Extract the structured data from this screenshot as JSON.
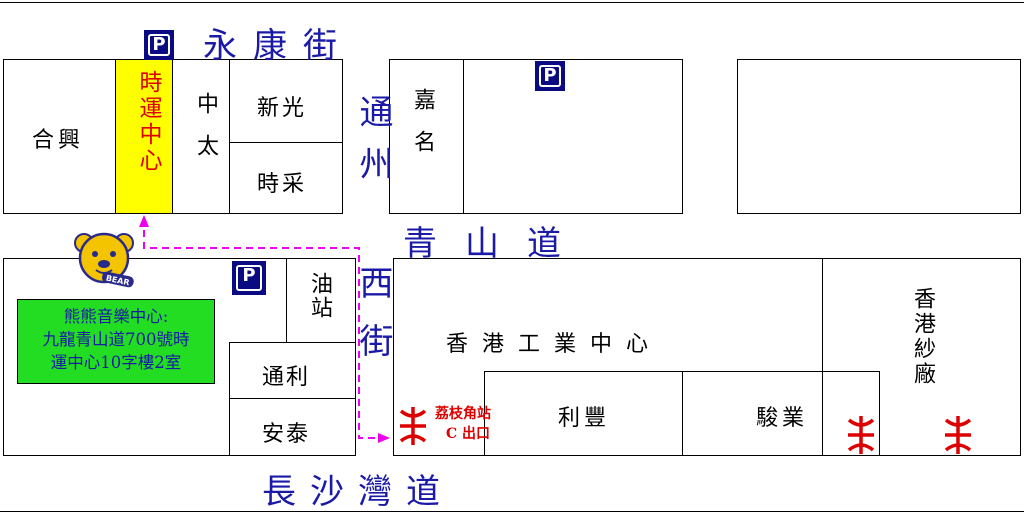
{
  "streets": {
    "top": "永康街",
    "middle": "青山道",
    "bottom": "長沙灣道",
    "vertical_top": "通州",
    "vertical_bottom": "西街"
  },
  "buildings": {
    "hop_hing": "合興",
    "target": "時運中心",
    "chung_tai": "中太",
    "sun_kwong": "新光",
    "si_choi": "時采",
    "ka_ming": "嘉名",
    "oil_station": "油站",
    "tung_lee": "通利",
    "on_tai": "安泰",
    "hk_industrial": "香港工業中心",
    "lee_fung": "利豐",
    "chun_yip": "駿業",
    "hk_mill": "香港紗廠"
  },
  "info_box": {
    "line1": "熊熊音樂中心:",
    "line2": "九龍青山道700號時",
    "line3": "運中心10字樓2室"
  },
  "mtr": {
    "station": "荔枝角站",
    "exit": "C 出口"
  },
  "icons": {
    "parking": "P",
    "bear_label": "BEAR"
  },
  "colors": {
    "street_text": "#1a1aa6",
    "highlight": "#ffff00",
    "target_text": "#dd0000",
    "info_bg": "#22dd22",
    "parking_bg": "#0a0a82",
    "mtr_red": "#dd0000",
    "route": "#ee00ee"
  }
}
